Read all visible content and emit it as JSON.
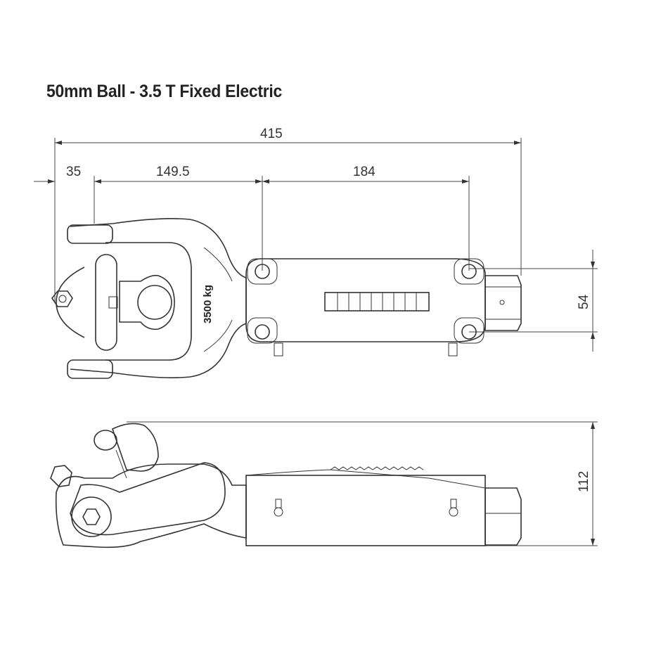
{
  "title": "50mm Ball - 3.5 T Fixed Electric",
  "dimensions": {
    "overall_length": "415",
    "ball_offset": "35",
    "ball_to_first_bolt": "149.5",
    "bolt_spacing": "184",
    "bolt_width": "54",
    "height": "112"
  },
  "rating_label": "3500 kg"
}
